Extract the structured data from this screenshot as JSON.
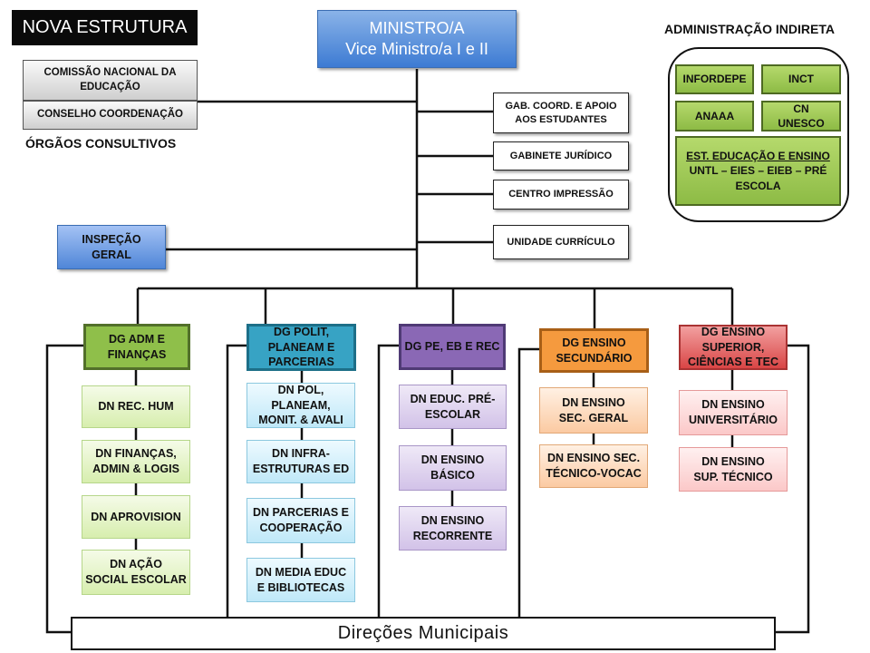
{
  "header": {
    "title": "NOVA ESTRUTURA"
  },
  "ministry": {
    "line1": "MINISTRO/A",
    "line2": "Vice Ministro/a I e II"
  },
  "consultative": {
    "items": [
      "COMISSÃO NACIONAL DA EDUCAÇÃO",
      "CONSELHO COORDENAÇÃO"
    ],
    "caption": "ÓRGÃOS CONSULTIVOS"
  },
  "support_units": [
    "GAB. COORD. E APOIO\nAOS ESTUDANTES",
    "GABINETE JURÍDICO",
    "CENTRO IMPRESSÃO",
    "UNIDADE CURRÍCULO"
  ],
  "inspection": {
    "label": "INSPEÇÃO\nGERAL"
  },
  "indirect_admin": {
    "title": "ADMINISTRAÇÃO INDIRETA",
    "items": [
      "INFORDEPE",
      "INCT",
      "ANAAA",
      "CN\nUNESCO"
    ],
    "schools": {
      "line1": "EST. EDUCAÇÃO E ENSINO",
      "line2": "UNTL – EIES – EIEB – PRÉ\nESCOLA"
    }
  },
  "directorates": [
    {
      "name": "DG ADM E\nFINANÇAS",
      "color": "#8fbf4a",
      "units": [
        "DN REC. HUM",
        "DN FINANÇAS,\nADMIN & LOGIS",
        "DN APROVISION",
        "DN AÇÃO\nSOCIAL ESCOLAR"
      ]
    },
    {
      "name": "DG POLIT,\nPLANEAM E\nPARCERIAS",
      "color": "#37a3c4",
      "units": [
        "DN POL,\nPLANEAM,\nMONIT. & AVALI",
        "DN INFRA-\nESTRUTURAS ED",
        "DN PARCERIAS E\nCOOPERAÇÃO",
        "DN MEDIA EDUC\nE BIBLIOTECAS"
      ]
    },
    {
      "name": "DG PE, EB E REC",
      "color": "#8a68b5",
      "units": [
        "DN EDUC. PRÉ-\nESCOLAR",
        "DN ENSINO\nBÁSICO",
        "DN ENSINO\nRECORRENTE"
      ]
    },
    {
      "name": "DG ENSINO\nSECUNDÁRIO",
      "color": "#f59a3e",
      "units": [
        "DN ENSINO\nSEC. GERAL",
        "DN ENSINO SEC.\nTÉCNICO-VOCAC"
      ]
    },
    {
      "name": "DG ENSINO\nSUPERIOR,\nCIÊNCIAS E TEC",
      "color": "#d94545",
      "units": [
        "DN ENSINO\nUNIVERSITÁRIO",
        "DN ENSINO\nSUP.  TÉCNICO"
      ]
    }
  ],
  "municipal": {
    "label": "Direções Municipais"
  }
}
